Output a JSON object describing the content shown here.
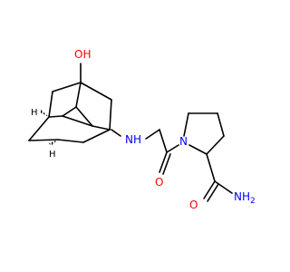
{
  "molecule": {
    "atom_colors": {
      "carbon": "#000000",
      "oxygen": "#ff0000",
      "nitrogen": "#0000ff"
    },
    "labels": {
      "hydroxyl": "OH",
      "amine_nh": "N",
      "amine_h": "H",
      "ring_n": "N",
      "carbonyl_o": "O",
      "amide_o": "O",
      "amide_n": "NH",
      "amide_n_sub": "2",
      "stereo_h_upper": "H",
      "stereo_h_lower": "H"
    }
  }
}
